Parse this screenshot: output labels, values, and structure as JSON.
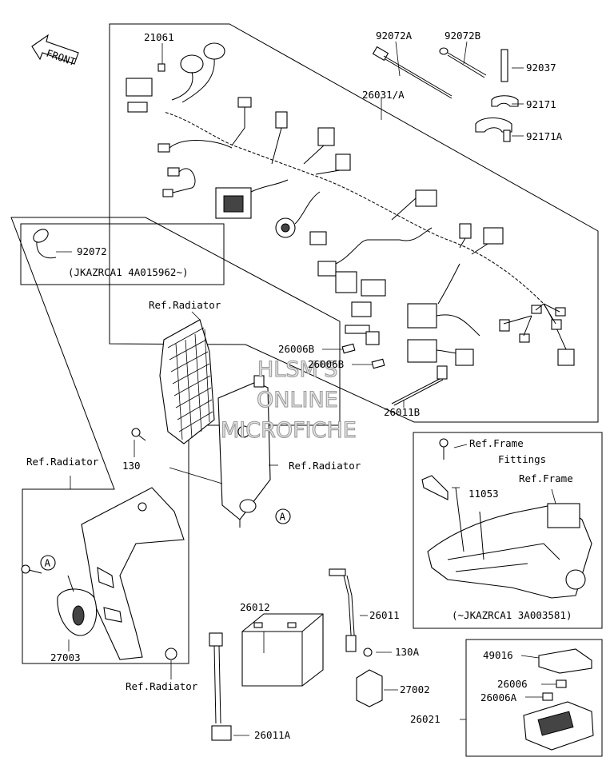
{
  "direction": "FRONT",
  "watermark": [
    "HLSM'S",
    "ONLINE",
    "MICROFICHE"
  ],
  "refs": {
    "radiator_top": "Ref.Radiator",
    "radiator_mid": "Ref.Radiator",
    "radiator_left": "Ref.Radiator",
    "radiator_bottom": "Ref.Radiator",
    "frame_fittings_1": "Ref.Frame",
    "frame_fittings_2": "Fittings",
    "frame": "Ref.Frame"
  },
  "notes": {
    "serial_from": "(JKAZRCA1 4A015962~)",
    "serial_to": "(~JKAZRCA1 3A003581)"
  },
  "callouts": {
    "a1": "A",
    "a2": "A"
  },
  "parts": {
    "p21061": "21061",
    "p92072A": "92072A",
    "p92072B": "92072B",
    "p92037": "92037",
    "p26031A": "26031/A",
    "p92171": "92171",
    "p92171A": "92171A",
    "p92072": "92072",
    "p26006B_1": "26006B",
    "p26006B_2": "26006B",
    "p26011B": "26011B",
    "p130": "130",
    "p11053": "11053",
    "p26012": "26012",
    "p26011": "26011",
    "p130A": "130A",
    "p27003": "27003",
    "p27002": "27002",
    "p49016": "49016",
    "p26006": "26006",
    "p26006A": "26006A",
    "p26021": "26021",
    "p26011A": "26011A"
  }
}
